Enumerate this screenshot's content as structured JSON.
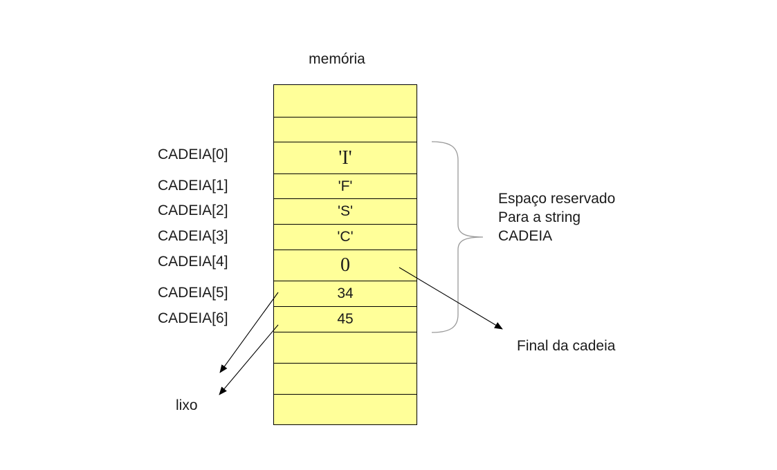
{
  "title": "memória",
  "memory_cells": [
    {
      "value": "",
      "serif": false
    },
    {
      "value": "",
      "serif": false
    },
    {
      "value": "'I'",
      "serif": true
    },
    {
      "value": "'F'",
      "serif": false
    },
    {
      "value": "'S'",
      "serif": false
    },
    {
      "value": "'C'",
      "serif": false
    },
    {
      "value": "0",
      "serif": true
    },
    {
      "value": "34",
      "serif": false
    },
    {
      "value": "45",
      "serif": false
    },
    {
      "value": "",
      "serif": false
    },
    {
      "value": "",
      "serif": false
    },
    {
      "value": "",
      "serif": false
    }
  ],
  "index_labels": [
    "CADEIA[0]",
    "CADEIA[1]",
    "CADEIA[2]",
    "CADEIA[3]",
    "CADEIA[4]",
    "CADEIA[5]",
    "CADEIA[6]"
  ],
  "reserved_note": [
    "Espaço reservado",
    "Para a string",
    "CADEIA"
  ],
  "end_label": "Final da cadeia",
  "garbage_label": "lixo",
  "colors": {
    "cell_fill": "#ffff99",
    "cell_border": "#000000",
    "brace": "#999999",
    "arrow": "#000000"
  }
}
